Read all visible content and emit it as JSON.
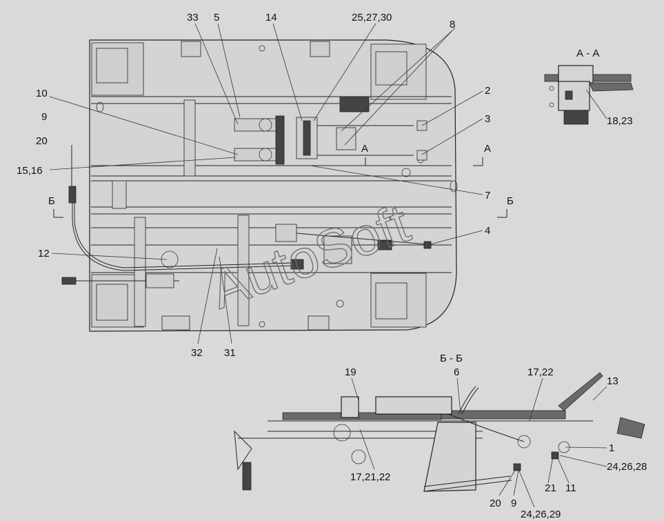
{
  "watermark": "AutoSoft",
  "section_labels": {
    "aa_title": "А - А",
    "bb_title": "Б - Б",
    "a_marker": "А",
    "b_marker": "Б"
  },
  "callouts": {
    "c33": "33",
    "c5": "5",
    "c14": "14",
    "c25_27_30": "25,27,30",
    "c8": "8",
    "c2": "2",
    "c3": "3",
    "c10": "10",
    "c9_top": "9",
    "c20_top": "20",
    "c15_16": "15,16",
    "c7": "7",
    "c4": "4",
    "c12": "12",
    "c32": "32",
    "c31": "31",
    "c18_23": "18,23",
    "c19": "19",
    "c6": "6",
    "c17_22": "17,22",
    "c13": "13",
    "c1": "1",
    "c24_26_28": "24,26,28",
    "c17_21_22": "17,21,22",
    "c20_bot": "20",
    "c9_bot": "9",
    "c21": "21",
    "c11": "11",
    "c24_26_29": "24,26,29"
  }
}
